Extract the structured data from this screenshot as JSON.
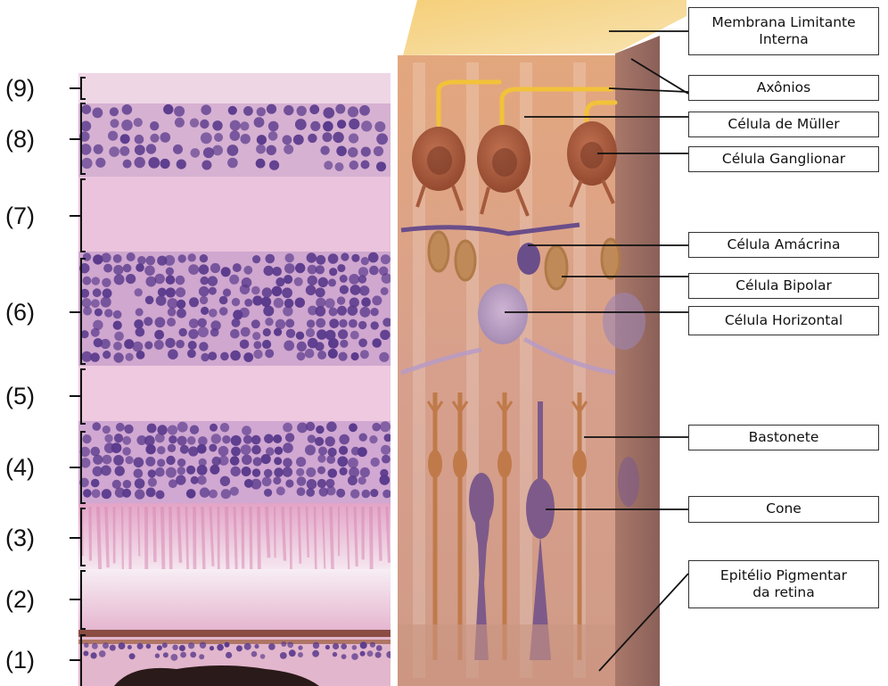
{
  "layers": [
    "(9)",
    "(8)",
    "(7)",
    "(6)",
    "(5)",
    "(4)",
    "(3)",
    "(2)",
    "(1)"
  ],
  "labels": {
    "membrana_limitante_interna": "Membrana Limitante Interna",
    "axonios": "Axônios",
    "celula_de_muller": "Célula de Müller",
    "celula_ganglionar": "Célula Ganglionar",
    "celula_amacrina": "Célula Amácrina",
    "celula_bipolar": "Célula Bipolar",
    "celula_horizontal": "Célula Horizontal",
    "bastonete": "Bastonete",
    "cone": "Cone",
    "epitelio_pigmentar": "Epitélio Pigmentar da retina"
  },
  "colors": {
    "nuclei": "#5a3a8c",
    "tissue_pink": "#e8bcd6",
    "block_base": "#d9a48c",
    "ganglion": "#a55a3c",
    "axon": "#f2c23a",
    "amacrine": "#6a4e8a",
    "horizontal": "#b59ac8",
    "rod_cone": "#c07a4a",
    "cone_body": "#7d5a8a"
  }
}
